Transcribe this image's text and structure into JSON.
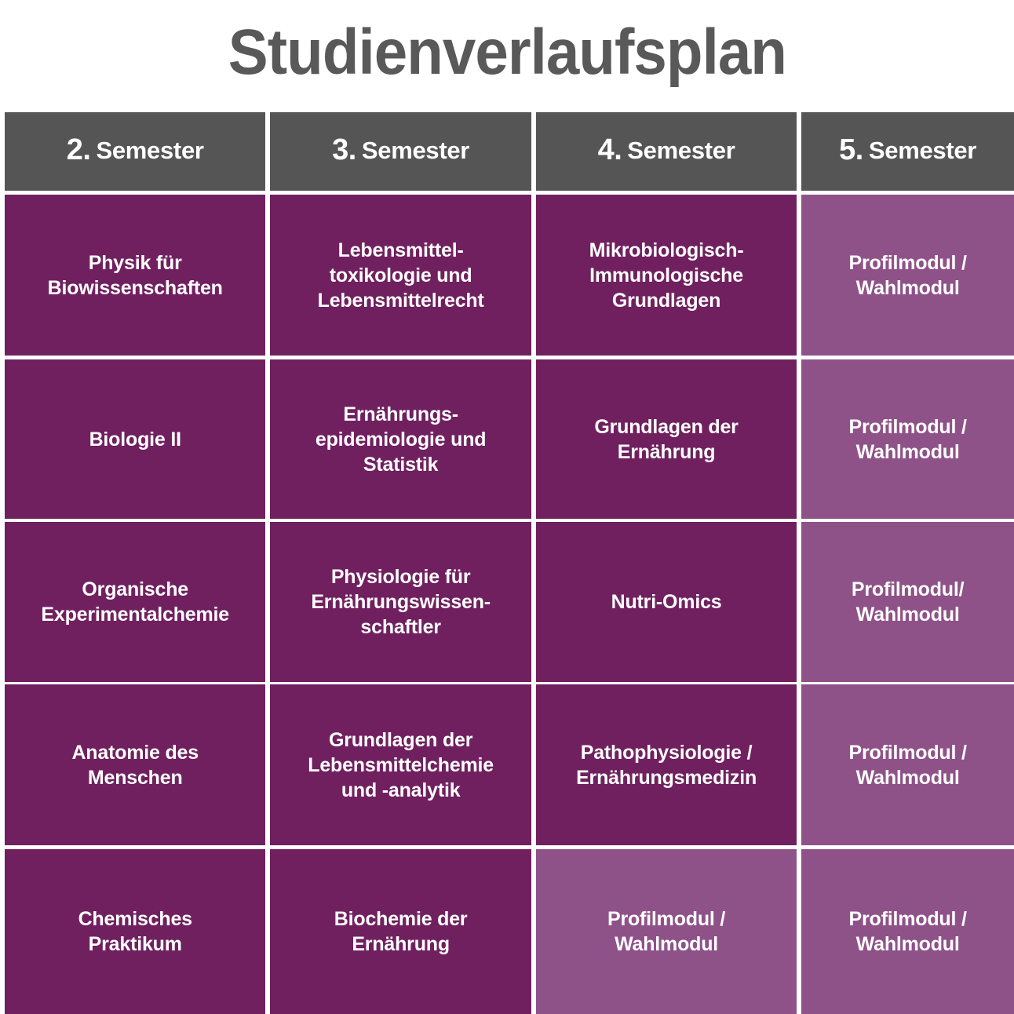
{
  "document": {
    "title": "Studienverlaufsplan",
    "title_color": "#595959"
  },
  "palette": {
    "header_gray": "#555555",
    "module_dark_purple": "#70205F",
    "module_light_purple": "#8E5288",
    "gap_line": "#EFE4EE",
    "text_on_fill": "#FFFFFF"
  },
  "table": {
    "columns": [
      {
        "number": "2.",
        "word": "Semester"
      },
      {
        "number": "3.",
        "word": "Semester"
      },
      {
        "number": "4.",
        "word": "Semester"
      },
      {
        "number": "5.",
        "word": "Semester"
      }
    ],
    "rows": [
      [
        {
          "label": "Physik für\nBiowissenschaften",
          "type": "dark"
        },
        {
          "label": "Lebensmittel-\ntoxikologie und\nLebensmittelrecht",
          "type": "dark"
        },
        {
          "label": "Mikrobiologisch-\nImmunologische\nGrundlagen",
          "type": "dark"
        },
        {
          "label": "Profilmodul /\nWahlmodul",
          "type": "light"
        }
      ],
      [
        {
          "label": "Biologie II",
          "type": "dark"
        },
        {
          "label": "Ernährungs-\nepidemiologie und\nStatistik",
          "type": "dark"
        },
        {
          "label": "Grundlagen der\nErnährung",
          "type": "dark"
        },
        {
          "label": "Profilmodul /\nWahlmodul",
          "type": "light"
        }
      ],
      [
        {
          "label": "Organische\nExperimentalchemie",
          "type": "dark"
        },
        {
          "label": "Physiologie für\nErnährungswissen-\nschaftler",
          "type": "dark"
        },
        {
          "label": "Nutri-Omics",
          "type": "dark"
        },
        {
          "label": "Profilmodul/\nWahlmodul",
          "type": "light"
        }
      ],
      [
        {
          "label": "Anatomie des\nMenschen",
          "type": "dark"
        },
        {
          "label": "Grundlagen der\nLebensmittelchemie\nund -analytik",
          "type": "dark"
        },
        {
          "label": "Pathophysiologie /\nErnährungsmedizin",
          "type": "dark"
        },
        {
          "label": "Profilmodul /\nWahlmodul",
          "type": "light"
        }
      ],
      [
        {
          "label": "Chemisches\nPraktikum",
          "type": "dark"
        },
        {
          "label": "Biochemie der\nErnährung",
          "type": "dark"
        },
        {
          "label": "Profilmodul /\nWahlmodul",
          "type": "light"
        },
        {
          "label": "Profilmodul /\nWahlmodul",
          "type": "light"
        }
      ]
    ]
  }
}
